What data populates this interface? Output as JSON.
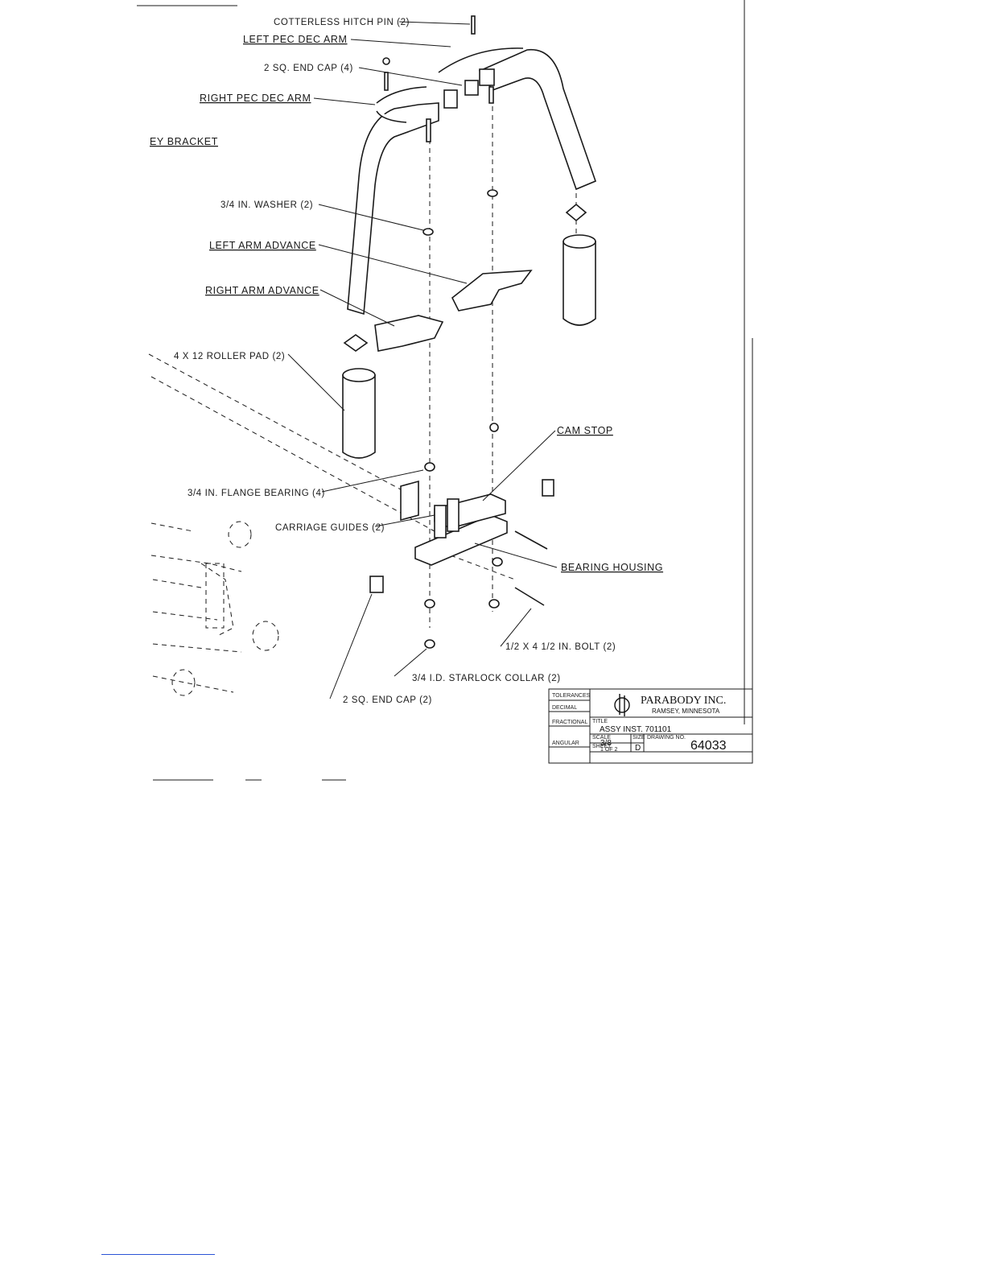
{
  "labels": {
    "hitch_pin": "COTTERLESS HITCH PIN (2)",
    "left_pec_dec_arm": "LEFT PEC DEC ARM",
    "end_cap_4": "2 SQ. END CAP (4)",
    "right_pec_dec_arm": "RIGHT PEC DEC ARM",
    "pulley_bracket": "EY BRACKET",
    "washer": "3/4 IN. WASHER (2)",
    "left_arm_advance": "LEFT ARM ADVANCE",
    "right_arm_advance": "RIGHT ARM ADVANCE",
    "roller_pad": "4 X 12 ROLLER PAD (2)",
    "cam_stop": "CAM STOP",
    "flange_bearing": "3/4 IN. FLANGE BEARING (4)",
    "carriage_guides": "CARRIAGE GUIDES (2)",
    "bearing_housing": "BEARING HOUSING",
    "bolt": "1/2 X 4 1/2 IN. BOLT (2)",
    "starlock_collar": "3/4 I.D. STARLOCK COLLAR (2)",
    "end_cap_2": "2 SQ. END CAP (2)"
  },
  "title_block": {
    "company": "PARABODY INC.",
    "location": "RAMSEY, MINNESOTA",
    "title": "ASSY INST. 701101",
    "scale": "3/8",
    "size": "D",
    "sheet": "1 OF 2",
    "drawing_number": "64033",
    "tolerances_label": "TOLERANCES",
    "decimal_label": "DECIMAL",
    "fractional_label": "FRACTIONAL",
    "angular_label": "ANGULAR",
    "title_label": "TITLE",
    "scale_label": "SCALE",
    "size_label": "SIZE",
    "sheet_label": "SHEET",
    "dwg_label": "DRAWING NO."
  }
}
